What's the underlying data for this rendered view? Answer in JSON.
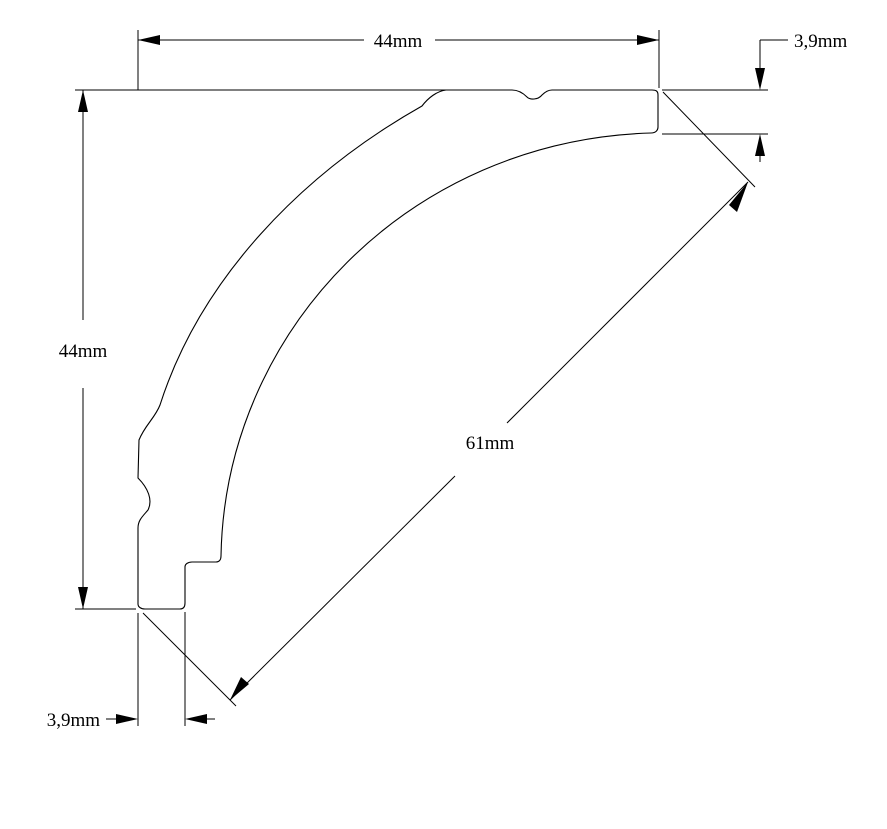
{
  "drawing": {
    "dimensions": {
      "top_width": "44mm",
      "left_height": "44mm",
      "diagonal": "61mm",
      "top_thickness": "3,9mm",
      "bottom_thickness": "3,9mm"
    }
  }
}
